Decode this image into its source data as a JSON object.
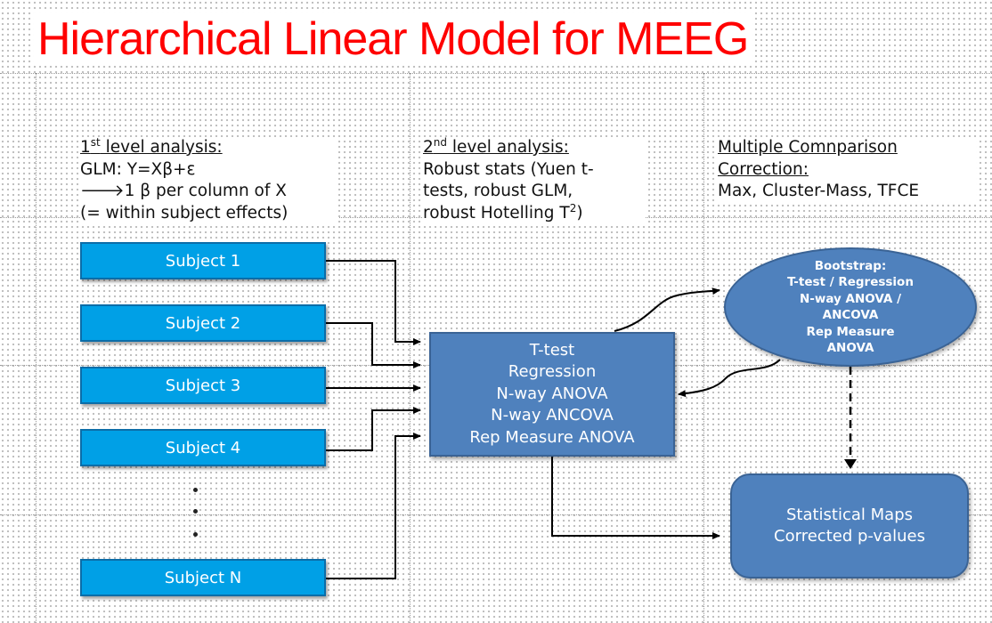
{
  "title": "Hierarchical Linear Model for MEEG",
  "first_level": {
    "header_sup": "st",
    "header_prefix": "1",
    "header_rest": " level analysis:",
    "line1": "GLM: Y=Xβ+ε",
    "line2": "1 β per column of X",
    "line3": "(= within subject effects)"
  },
  "second_level": {
    "header_prefix": "2",
    "header_sup": "nd",
    "header_rest": " level analysis:",
    "line1": "Robust stats (Yuen t-",
    "line2": "tests, robust GLM,",
    "line3_prefix": "robust Hotelling T",
    "line3_sup": "2",
    "line3_suffix": ")"
  },
  "mcc": {
    "header_line1": "Multiple Comnparison",
    "header_line2": "Correction:",
    "line1": "Max, Cluster-Mass, TFCE"
  },
  "subjects": [
    "Subject 1",
    "Subject 2",
    "Subject 3",
    "Subject 4",
    "Subject N"
  ],
  "central_box": [
    "T-test",
    "Regression",
    "N-way ANOVA",
    "N-way ANCOVA",
    "Rep Measure ANOVA"
  ],
  "bootstrap": {
    "title": "Bootstrap:",
    "lines": [
      "T-test  / Regression",
      "N-way ANOVA /",
      "ANCOVA",
      "Rep Measure",
      "ANOVA"
    ]
  },
  "maps_box": [
    "Statistical Maps",
    "Corrected p-values"
  ],
  "colors": {
    "title": "#ff0000",
    "subject_fill": "#00a0e6",
    "shape_fill": "#4f81bd"
  },
  "icons": {
    "arrow_right": "arrow-right-icon"
  }
}
